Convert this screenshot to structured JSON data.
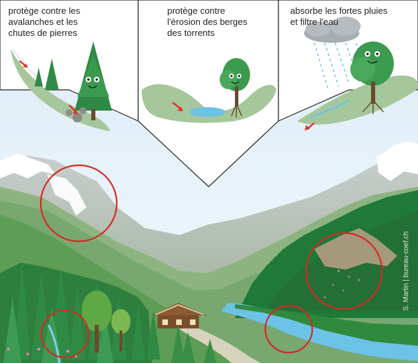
{
  "panels": [
    {
      "text": "protège contre les\navalanches et les\nchutes de pierres"
    },
    {
      "text": "protège contre\nl'érosion des berges\ndes torrents"
    },
    {
      "text": "absorbe les fortes pluies\net filtre l'eau"
    }
  ],
  "credit": "S. Martin | bureau-coef.ch",
  "colors": {
    "sky": "#eaf4fb",
    "forest_dark": "#1f7a3a",
    "forest_mid": "#4f9a4f",
    "highlight_circle": "#d62828",
    "arrow": "#e0302a",
    "water": "#6cc3e6",
    "panel_fill": "#ffffff",
    "panel_stroke": "#222222"
  },
  "icons": [
    "tree-character-icon",
    "rain-cloud-icon",
    "red-arrow-icon",
    "highlight-circle-icon"
  ]
}
